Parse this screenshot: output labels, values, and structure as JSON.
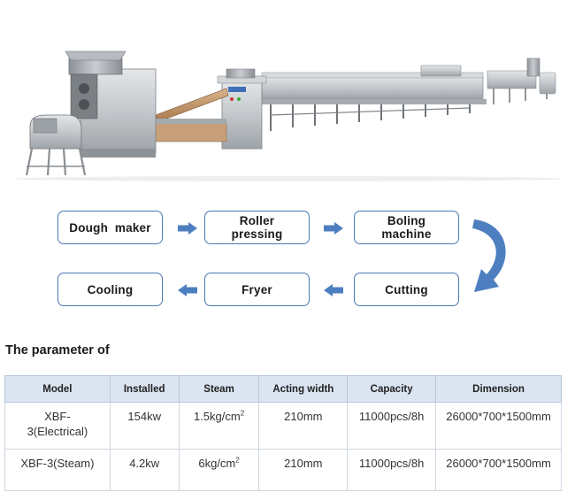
{
  "flow": {
    "steps": [
      {
        "label": "Dough  maker"
      },
      {
        "label": "Roller\npressing"
      },
      {
        "label": "Boling\nmachine"
      },
      {
        "label": "Cutting"
      },
      {
        "label": "Fryer"
      },
      {
        "label": "Cooling"
      }
    ]
  },
  "parameters": {
    "title": "The parameter of",
    "headers": [
      "Model",
      "Installed",
      "Steam",
      "Acting width",
      "Capacity",
      "Dimension"
    ],
    "rows": [
      {
        "model": "XBF-\n3(Electrical)",
        "installed": "154kw",
        "steam": "1.5kg/cm",
        "steam_unit_sup": "2",
        "acting_width": "210mm",
        "capacity": "11000pcs/8h",
        "dimension": "26000*700*1500mm"
      },
      {
        "model": "XBF-3(Steam)",
        "installed": "4.2kw",
        "steam": "6kg/cm",
        "steam_unit_sup": "2",
        "acting_width": "210mm",
        "capacity": "11000pcs/8h",
        "dimension": "26000*700*1500mm"
      }
    ]
  },
  "colors": {
    "box_border": "#4a77b4",
    "arrow_fill": "#4d7fc0",
    "header_bg": "#dbe4f1"
  }
}
